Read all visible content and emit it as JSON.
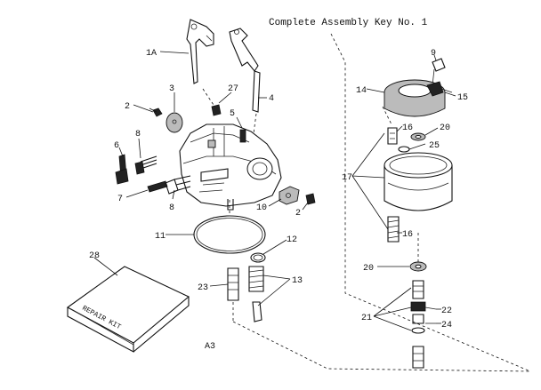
{
  "title": "Complete Assembly Key No. 1",
  "figure_code": "A3",
  "kit_label": "REPAIR KIT",
  "callouts": {
    "c1A": "1A",
    "c2a": "2",
    "c2b": "2",
    "c3": "3",
    "c4": "4",
    "c5": "5",
    "c6": "6",
    "c7": "7",
    "c8a": "8",
    "c8b": "8",
    "c9": "9",
    "c10": "10",
    "c11": "11",
    "c12": "12",
    "c13": "13",
    "c14": "14",
    "c15": "15",
    "c16a": "16",
    "c16b": "16",
    "c17": "17",
    "c20a": "20",
    "c20b": "20",
    "c21": "21",
    "c22": "22",
    "c23": "23",
    "c24": "24",
    "c25": "25",
    "c27": "27",
    "c28": "28"
  }
}
